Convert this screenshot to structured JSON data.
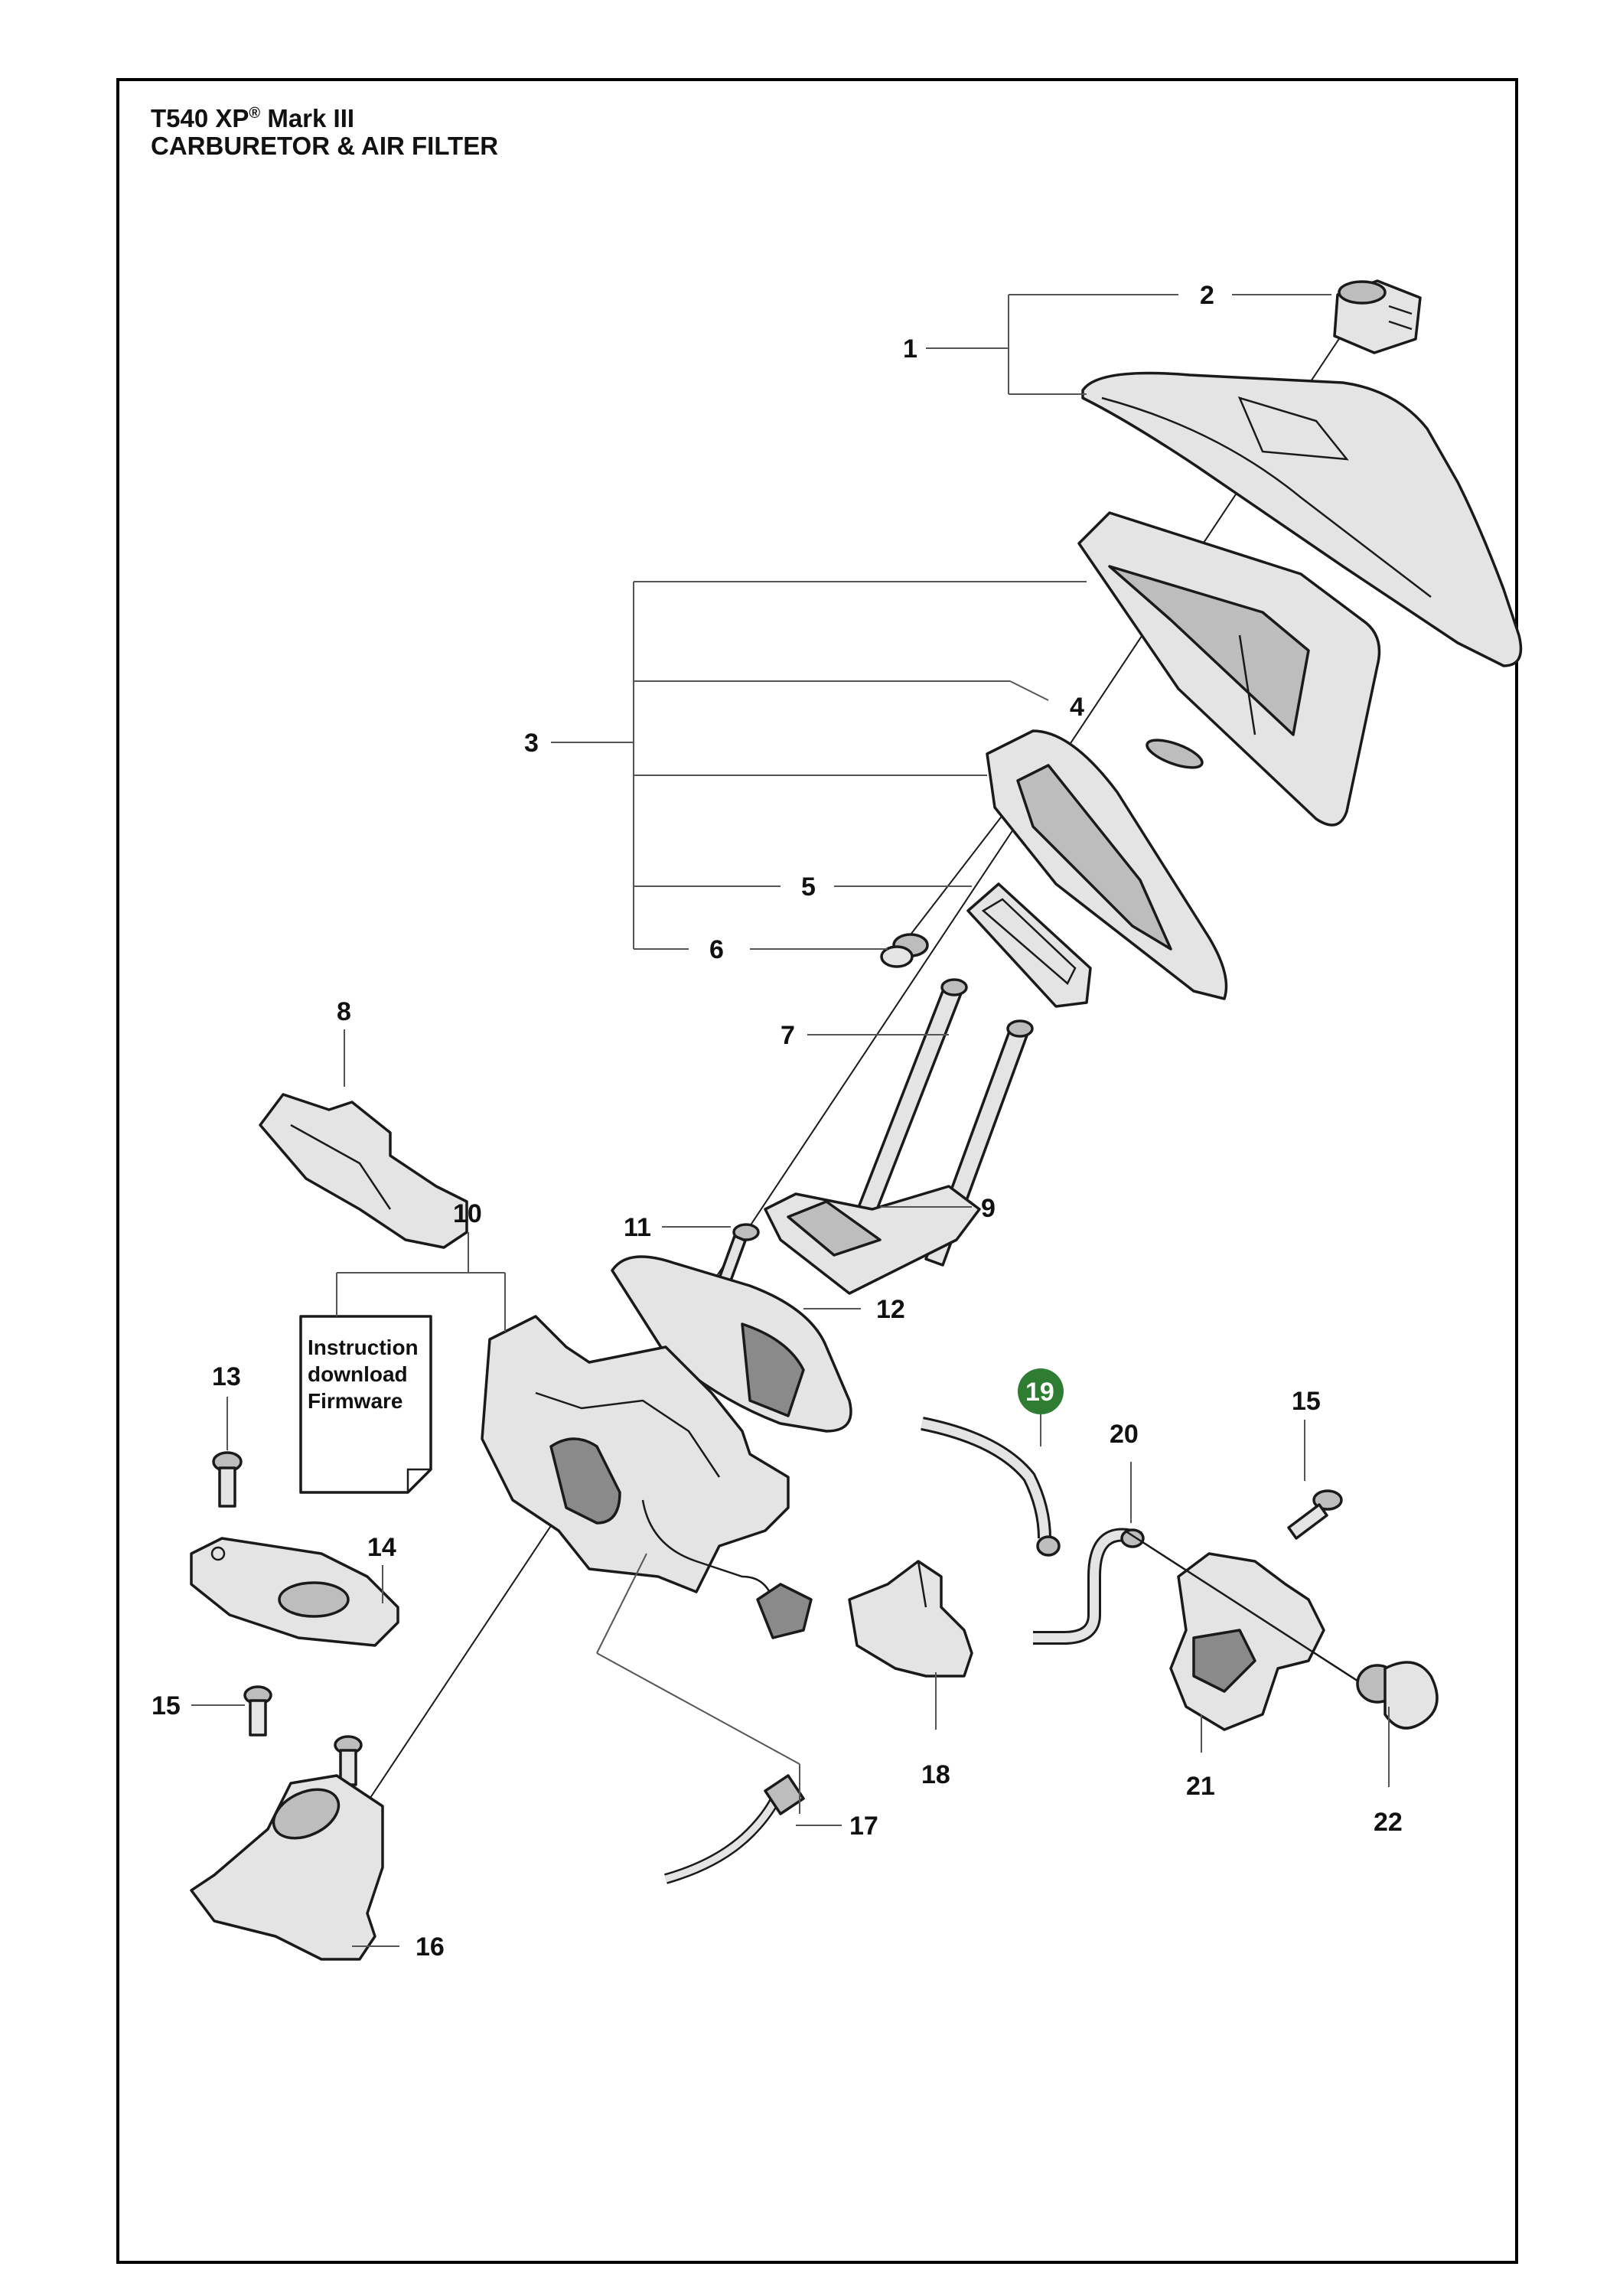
{
  "header": {
    "model": "T540 XP",
    "registered_mark": "®",
    "model_suffix": "Mark III",
    "section": "CARBURETOR & AIR FILTER"
  },
  "callouts": {
    "c1": "1",
    "c2": "2",
    "c3": "3",
    "c4": "4",
    "c5": "5",
    "c6": "6",
    "c7": "7",
    "c8": "8",
    "c9": "9",
    "c10": "10",
    "c11": "11",
    "c12": "12",
    "c13": "13",
    "c14": "14",
    "c15a": "15",
    "c15b": "15",
    "c16": "16",
    "c17": "17",
    "c18": "18",
    "c19": "19",
    "c20": "20",
    "c21": "21",
    "c22": "22"
  },
  "instruction_doc": {
    "line1": "Instruction",
    "line2": "download",
    "line3": "Firmware"
  },
  "highlight": {
    "part": "19",
    "color": "#2e7d32"
  }
}
